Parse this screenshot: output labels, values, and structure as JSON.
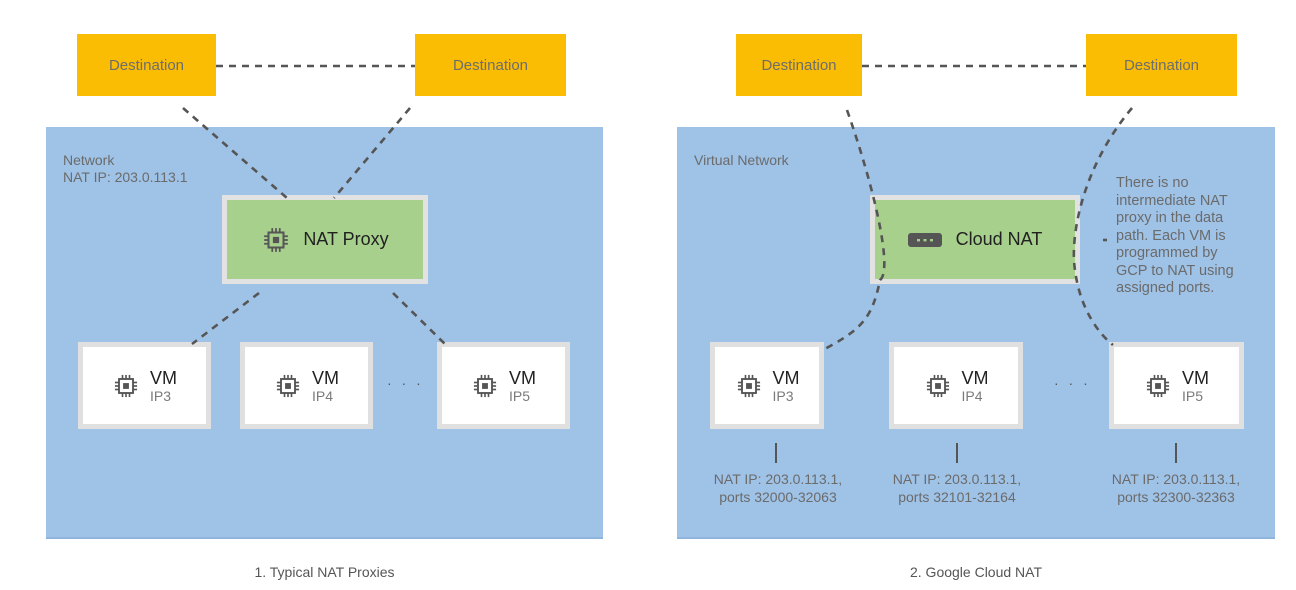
{
  "panels": [
    {
      "caption": "1. Typical NAT Proxies",
      "network_label": "Network",
      "network_ip": "NAT IP: 203.0.113.1",
      "destinations": [
        "Destination",
        "Destination"
      ],
      "nat": {
        "label": "NAT Proxy",
        "icon": "chip-icon"
      },
      "vms": [
        {
          "name": "VM",
          "ip": "IP3"
        },
        {
          "name": "VM",
          "ip": "IP4"
        },
        {
          "name": "VM",
          "ip": "IP5"
        }
      ],
      "ellipsis": "· · ·"
    },
    {
      "caption": "2. Google Cloud NAT",
      "network_label": "Virtual Network",
      "destinations": [
        "Destination",
        "Destination"
      ],
      "nat": {
        "label": "Cloud NAT",
        "icon": "gateway-icon"
      },
      "note": [
        "There is no",
        "intermediate NAT",
        "proxy in the data",
        "path. Each VM is",
        "programmed by",
        "GCP to NAT using",
        "assigned ports."
      ],
      "vms": [
        {
          "name": "VM",
          "ip": "IP3",
          "nat_ip": "NAT IP: 203.0.113.1,",
          "ports": "ports 32000-32063"
        },
        {
          "name": "VM",
          "ip": "IP4",
          "nat_ip": "NAT IP: 203.0.113.1,",
          "ports": "ports 32101-32164"
        },
        {
          "name": "VM",
          "ip": "IP5",
          "nat_ip": "NAT IP: 203.0.113.1,",
          "ports": "ports 32300-32363"
        }
      ],
      "ellipsis": "· · ·"
    }
  ],
  "colors": {
    "destination": "#fbbc04",
    "network": "#9fc2e7",
    "nat": "#a8d08d",
    "vm": "#ffffff",
    "connector": "#555555"
  }
}
